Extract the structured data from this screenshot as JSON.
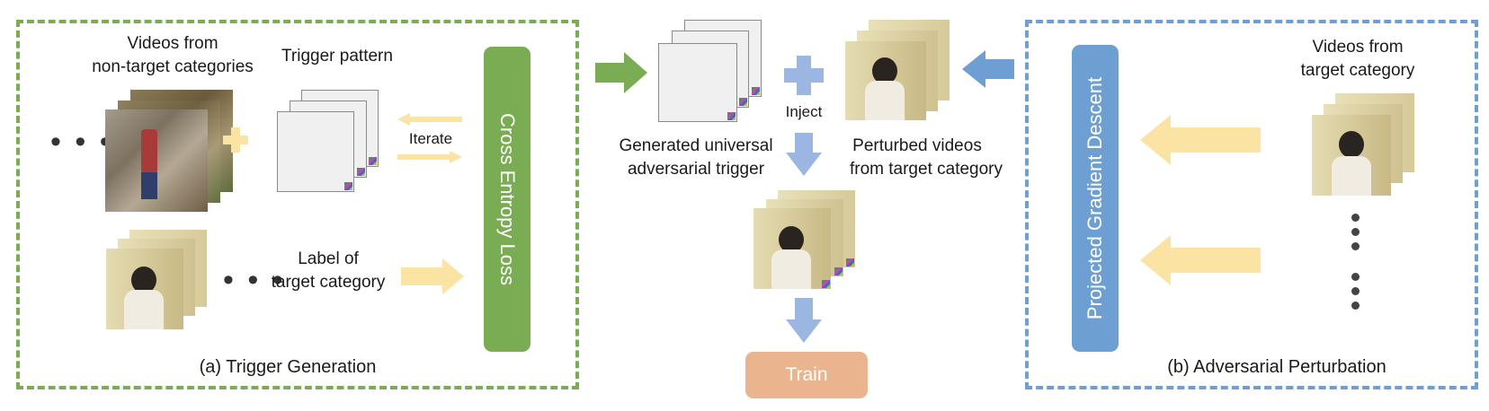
{
  "trigger_generation": {
    "caption": "(a) Trigger Generation",
    "videos_nontarget_line1": "Videos from",
    "videos_nontarget_line2": "non-target categories",
    "trigger_pattern": "Trigger pattern",
    "iterate": "Iterate",
    "label_line1": "Label of",
    "label_line2": "target category",
    "loss": "Cross Entropy Loss",
    "ellipsis": "• • •"
  },
  "middle": {
    "generated_line1": "Generated universal",
    "generated_line2": "adversarial trigger",
    "inject": "Inject",
    "perturbed_line1": "Perturbed videos",
    "perturbed_line2": "from target category",
    "train": "Train"
  },
  "adversarial_perturbation": {
    "caption": "(b) Adversarial Perturbation",
    "videos_target_line1": "Videos from",
    "videos_target_line2": "target category",
    "method": "Projected Gradient Descent"
  },
  "colors": {
    "green": "#7aad53",
    "blue": "#6e9fd3",
    "light_yellow": "#fbe3a4",
    "light_blue": "#9bb6e0",
    "orange": "#eab48e"
  }
}
